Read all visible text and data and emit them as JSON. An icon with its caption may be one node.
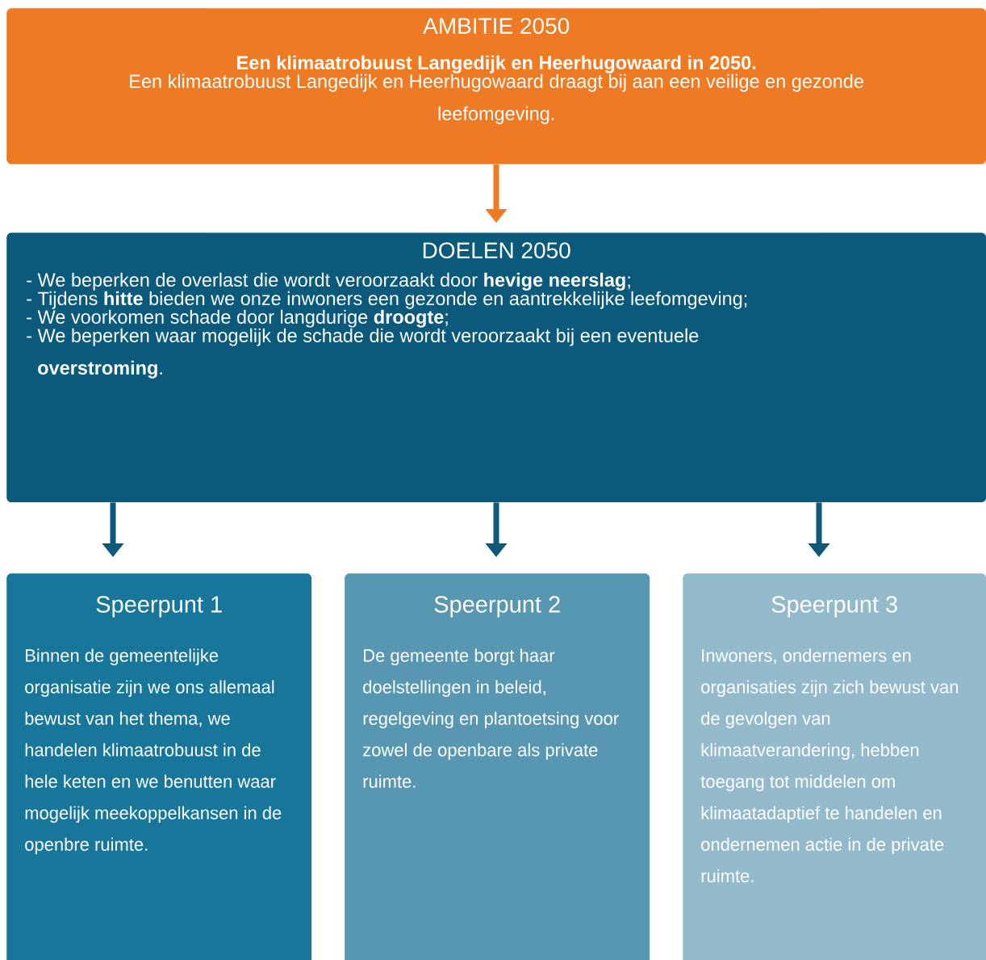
{
  "diagram": {
    "nodes": [
      {
        "text": [
          "AMBITIE 2050",
          "Een klimaatrobuust Langedijk en Heerhugowaard in 2050.",
          "Een klimaatrobuust Langedijk en Heerhugowaard draagt bij aan een veilige en gezonde leefomgeving."
        ]
      },
      {
        "text": [
          "DOELEN 2050",
          "- We beperken de overlast die wordt veroorzaakt door **hevige neerslag**;",
          "- Tijdens **hitte** bieden we onze inwoners een gezonde en aantrekkelijke leefomgeving;",
          "- We voorkomen schade door langdurige **droogte**;",
          "- We beperken waar mogelijk de schade die wordt veroorzaakt bij een eventuele **overstroming**."
        ]
      },
      {
        "text": [
          "Speerpunt 1",
          "Binnen de gemeentelijke organisatie zijn we ons allemaal bewust van het thema, we handelen klimaatrobuust in de hele keten en we benutten waar mogelijk meekoppelkansen in de openbre ruimte."
        ]
      },
      {
        "text": [
          "Speerpunt 2",
          "De gemeente borgt haar doelstellingen in beleid, regelgeving en plantoetsing voor zowel de openbare als private ruimte."
        ]
      },
      {
        "text": [
          "Speerpunt 3",
          "Inwoners, ondernemers en organisaties zijn zich bewust van de gevolgen van klimaatverandering, hebben toegang tot middelen om klimaatadaptief te handelen en ondernemen actie in de private ruimte."
        ]
      }
    ],
    "edges": [
      {
        "from": 0,
        "to": 1,
        "arrow": "to",
        "color": "#ee7a24"
      },
      {
        "from": 1,
        "to": 2,
        "arrow": "to"
      },
      {
        "from": 1,
        "to": 3,
        "arrow": "to"
      },
      {
        "from": 1,
        "to": 4,
        "arrow": "to"
      }
    ]
  }
}
